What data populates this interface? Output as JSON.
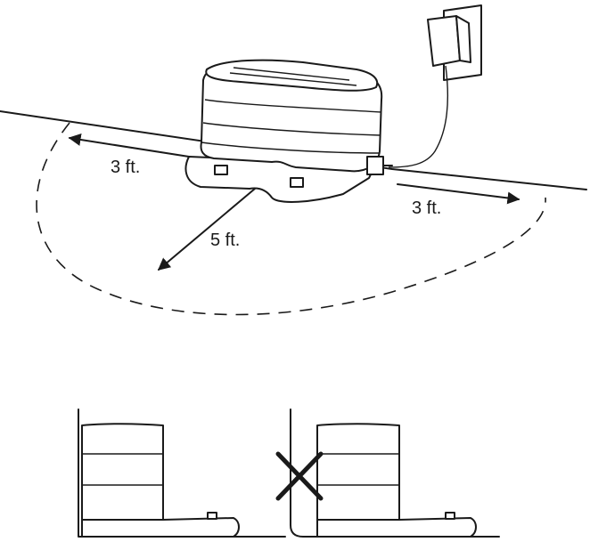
{
  "labels": {
    "left_clearance": "3 ft.",
    "right_clearance": "3 ft.",
    "front_clearance": "5 ft."
  },
  "panels": {
    "correct": {
      "marker": "none"
    },
    "incorrect": {
      "marker": "x-mark"
    }
  },
  "colors": {
    "ink": "#1a1a1a",
    "background": "#ffffff"
  },
  "icons": [
    "arrow-icon",
    "x-mark-icon",
    "power-adapter-icon"
  ]
}
